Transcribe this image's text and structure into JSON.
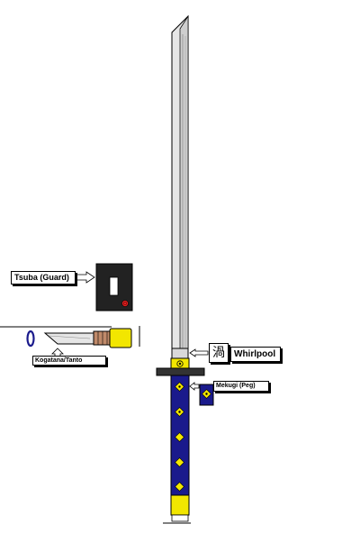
{
  "labels": {
    "tsuba": "Tsuba (Guard)",
    "kogatana": "Kogatana/Tanto",
    "mekugi": "Mekugi (Peg)",
    "whirlpool": "Whirlpool",
    "kanji": "渦"
  },
  "colors": {
    "blade": "#d9d9d9",
    "guard": "#222222",
    "handle": "#1a1a8c",
    "gold": "#f2e600",
    "accent_red": "#e02020",
    "wrap_brown": "#c08a6a"
  }
}
